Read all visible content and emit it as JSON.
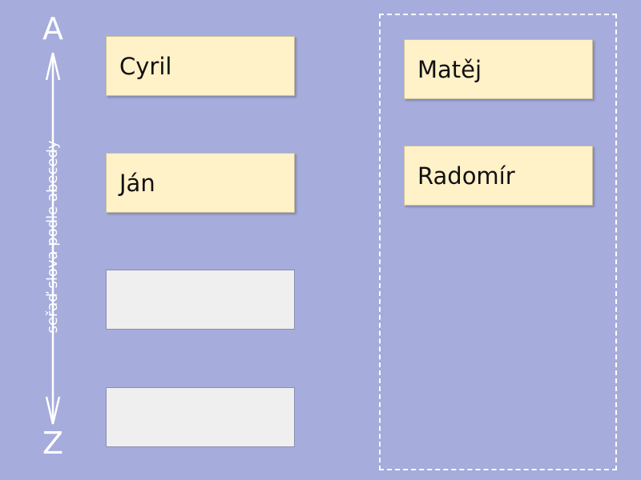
{
  "axis": {
    "top_letter": "A",
    "bottom_letter": "Z",
    "caption": "seřaď slova podle abecedy",
    "color": "#ffffff"
  },
  "slots": [
    {
      "label": "Cyril",
      "filled": true
    },
    {
      "label": "Ján",
      "filled": true
    },
    {
      "label": "",
      "filled": false
    },
    {
      "label": "",
      "filled": false
    }
  ],
  "pool": {
    "cards": [
      {
        "label": "Matěj"
      },
      {
        "label": "Radomír"
      }
    ]
  },
  "colors": {
    "background": "#a6acdb",
    "card": "#fff1c8",
    "empty_slot": "#efefef"
  }
}
